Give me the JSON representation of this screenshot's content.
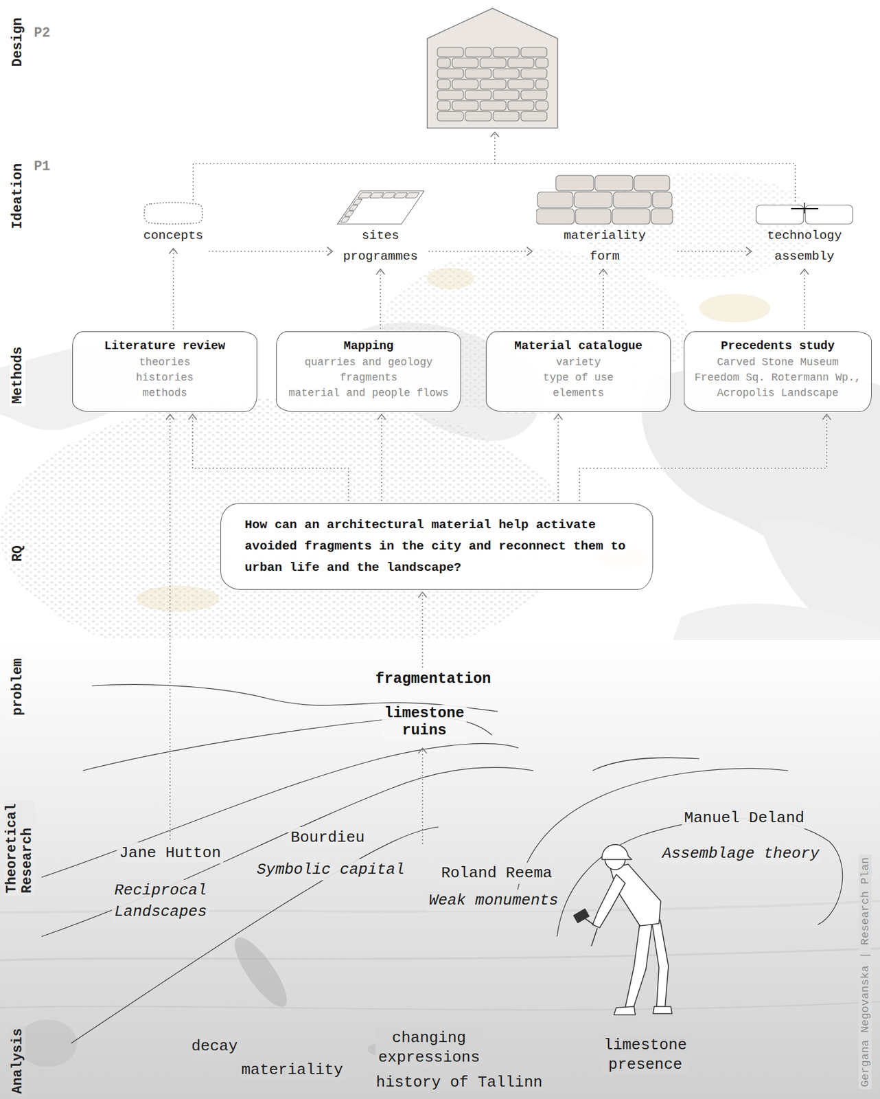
{
  "diagram": {
    "nodes": [
      {
        "text": [
          "concepts"
        ]
      },
      {
        "text": [
          "sites",
          "programmes"
        ]
      },
      {
        "text": [
          "materiality",
          "form"
        ]
      },
      {
        "text": [
          "technology",
          "assembly"
        ]
      },
      {
        "text": [
          "Literature review",
          "theories",
          "histories",
          "methods"
        ]
      },
      {
        "text": [
          "Mapping",
          "quarries and geology",
          "fragments",
          "material and people flows"
        ]
      },
      {
        "text": [
          "Material catalogue",
          "variety",
          "type of use",
          "elements"
        ]
      },
      {
        "text": [
          "Precedents study",
          "Carved Stone Museum",
          "Freedom Sq. Rotermann Wp.,",
          "Acropolis Landscape"
        ]
      },
      {
        "text": [
          "How can an architectural material help activate avoided fragments in the city and reconnect them to urban life and the landscape?"
        ]
      }
    ],
    "edges": [
      {
        "from": 0,
        "to": 1,
        "arrow": "to"
      },
      {
        "from": 1,
        "to": 2,
        "arrow": "to"
      },
      {
        "from": 2,
        "to": 3,
        "arrow": "to"
      },
      {
        "from": 4,
        "to": 0,
        "arrow": "to"
      },
      {
        "from": 5,
        "to": 1,
        "arrow": "to"
      },
      {
        "from": 6,
        "to": 2,
        "arrow": "to"
      },
      {
        "from": 7,
        "to": 3,
        "arrow": "to"
      },
      {
        "from": 8,
        "to": 4,
        "arrow": "to"
      },
      {
        "from": 8,
        "to": 5,
        "arrow": "to"
      },
      {
        "from": 8,
        "to": 6,
        "arrow": "to"
      },
      {
        "from": 8,
        "to": 7,
        "arrow": "to"
      }
    ],
    "labels": [
      "Design",
      "P2",
      "Ideation",
      "P1",
      "Methods",
      "RQ",
      "problem",
      "Theoretical Research",
      "Analysis",
      "fragmentation",
      "limestone ruins",
      "Jane Hutton",
      "Reciprocal Landscapes",
      "Bourdieu",
      "Symbolic capital",
      "Roland Reema",
      "Weak monuments",
      "Manuel Deland",
      "Assemblage theory",
      "decay",
      "materiality",
      "changing expressions",
      "limestone presence",
      "history of Tallinn",
      "Gergana Negovanska | Research Plan"
    ]
  }
}
